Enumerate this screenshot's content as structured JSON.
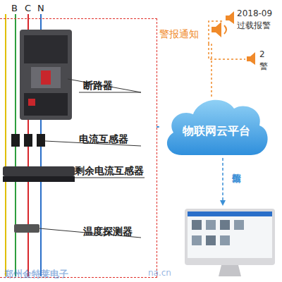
{
  "diagram": {
    "nodes": [
      {
        "text": [
          "断路器",
          "电流互感器",
          "剩余电流互感器",
          "温度探测器"
        ]
      },
      {
        "text": [
          "物联网云平台"
        ]
      }
    ],
    "edges": [
      {
        "from": 0,
        "to": 1,
        "arrow": "none"
      }
    ],
    "labels": [
      "B",
      "C",
      "N",
      "警报通知",
      "2018-09",
      "过载报警",
      "2",
      "警",
      "数据传输",
      "郑州金特莱电子",
      "na.cn"
    ]
  }
}
